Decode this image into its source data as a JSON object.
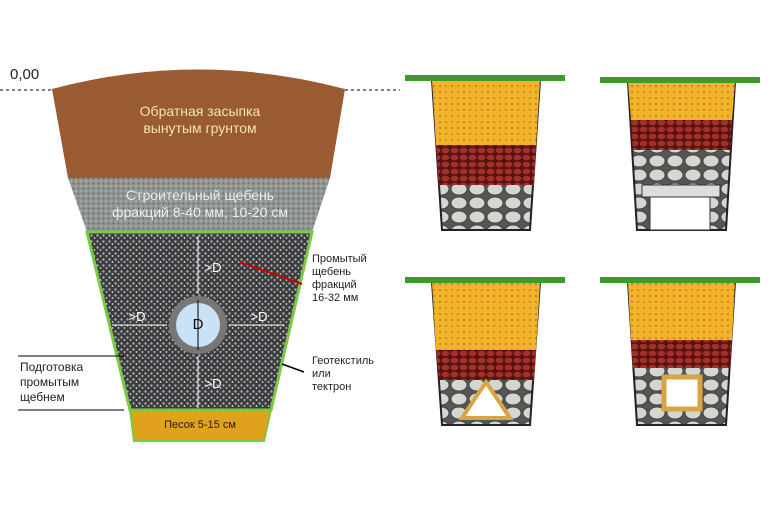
{
  "section": {
    "level_mark": "0,00",
    "backfill": "Обратная засыпка\nвынутым грунтом",
    "crushed_stone": "Строительный щебень\nфракций 8-40 мм, 10-20 см",
    "washed_stone": "Промытый\nщебень\nфракций\n16-32 мм",
    "geotextile": "Геотекстиль\nили\nтектрон",
    "preparation": "Подготовка\nпромытым\nщебнем",
    "sand": "Песок 5-15 см",
    "pipe_label": "D",
    "clearance_label": ">D"
  },
  "colors": {
    "soil": "#9a5a32",
    "gravel": "#8d9190",
    "washed": "#3a3d3c",
    "sand": "#e0a11c",
    "geotextile": "#7ac943",
    "pipe": "#c9e2f5"
  }
}
